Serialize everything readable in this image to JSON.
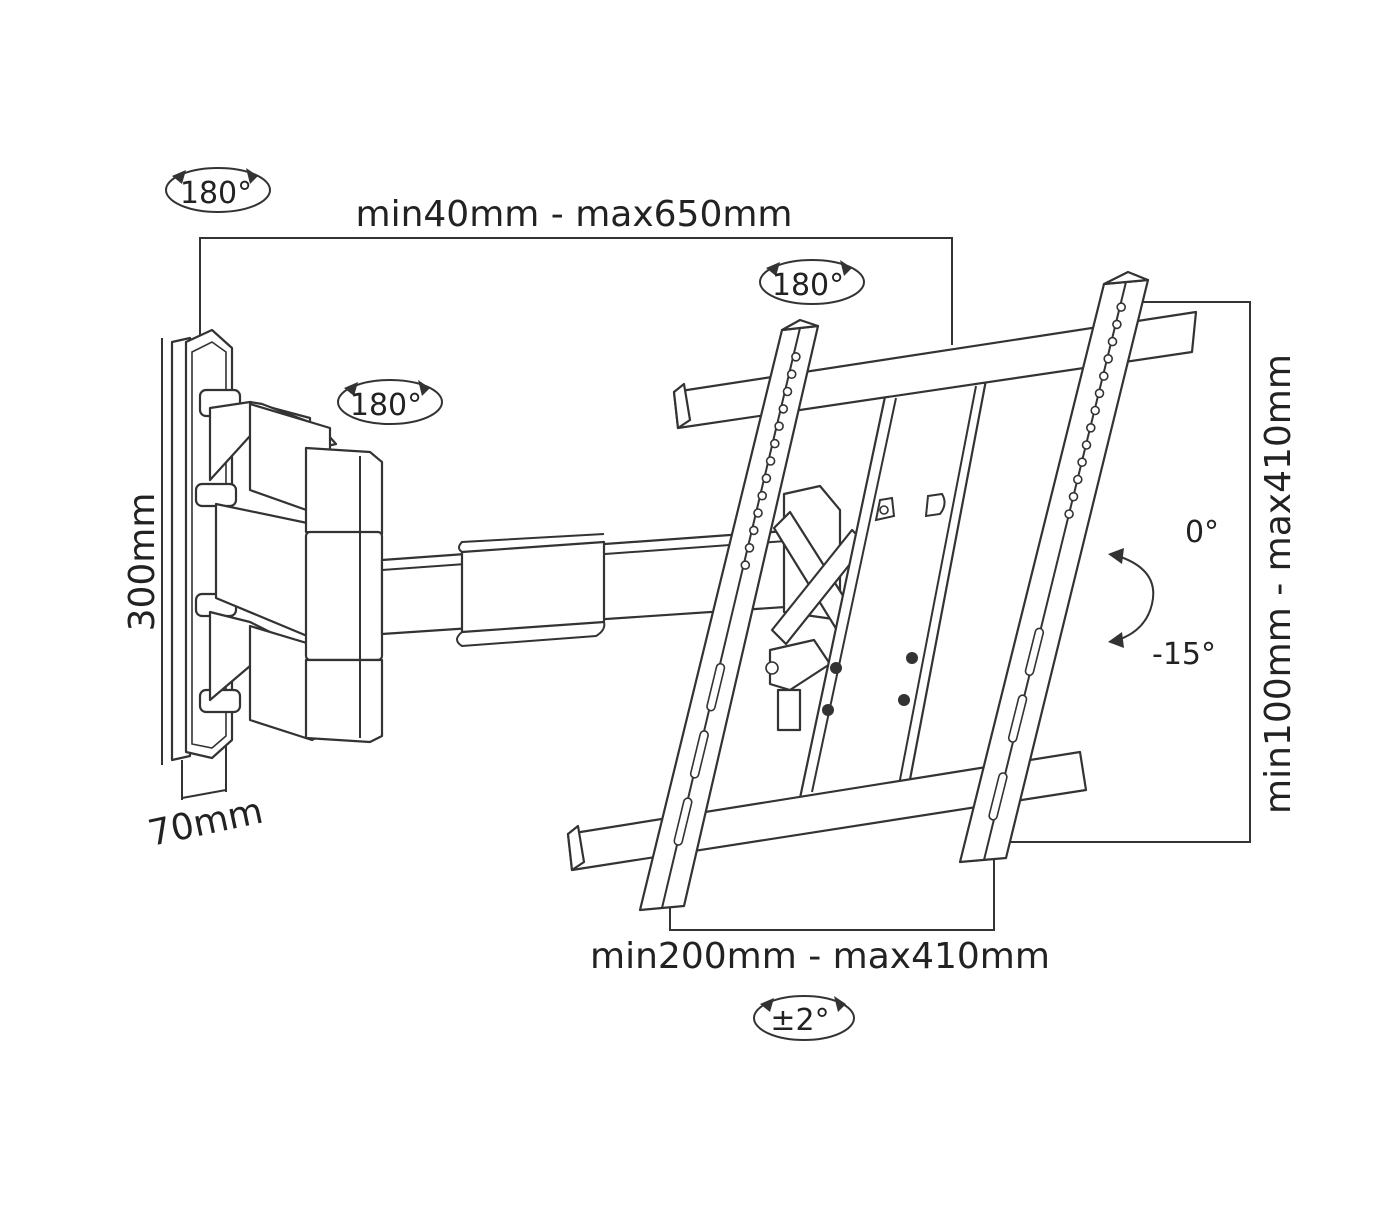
{
  "diagram": {
    "labels": {
      "arm_extension": "min40mm - max650mm",
      "wall_plate_height": "300mm",
      "wall_plate_depth": "70mm",
      "horizontal_vesa": "min200mm - max410mm",
      "vertical_vesa": "min100mm - max410mm",
      "tilt_top": "0°",
      "tilt_bottom": "-15°"
    },
    "rotations": {
      "wall_swivel": "180°",
      "arm_swivel": "180°",
      "head_swivel": "180°",
      "level_adjust": "±2°"
    },
    "colors": {
      "line": "#333333",
      "background": "#ffffff"
    },
    "icons": [
      "rotation-arrow-icon",
      "tilt-arrow-icon"
    ]
  }
}
